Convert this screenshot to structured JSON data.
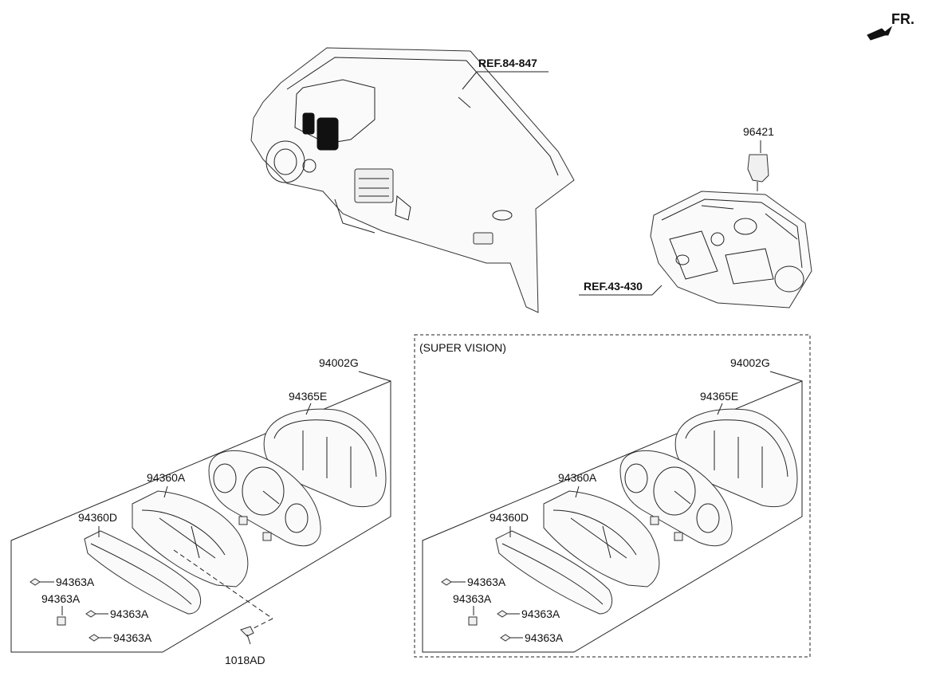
{
  "orientation": {
    "label": "FR."
  },
  "references": {
    "dashboard": "REF.84-847",
    "transmission": "REF.43-430"
  },
  "parts": {
    "speed_sensor": "96421",
    "screw": "1018AD"
  },
  "standard_cluster": {
    "assembly": "94002G",
    "case": "94365E",
    "gauge_panel": "94360A",
    "window": "94360D",
    "clip_1": "94363A",
    "clip_2": "94363A",
    "clip_3": "94363A",
    "clip_4": "94363A"
  },
  "super_vision_cluster": {
    "group_label": "(SUPER VISION)",
    "assembly": "94002G",
    "case": "94365E",
    "gauge_panel": "94360A",
    "window": "94360D",
    "clip_1": "94363A",
    "clip_2": "94363A",
    "clip_3": "94363A",
    "clip_4": "94363A"
  }
}
